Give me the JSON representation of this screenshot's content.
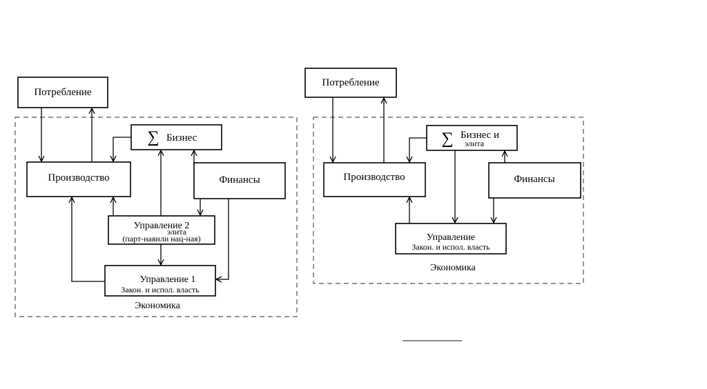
{
  "diagrams": [
    {
      "consumption": "Потребление",
      "production": "Производство",
      "business_sum": "∑",
      "business": "Бизнес",
      "finance": "Финансы",
      "management2_title": "Управление 2",
      "management2_sub1": "элита",
      "management2_sub2": "(парт-наяили нац-ная)",
      "management1_title": "Управление 1",
      "management1_sub": "Закон. и испол. власть",
      "economy": "Экономика"
    },
    {
      "consumption": "Потребление",
      "production": "Производство",
      "business_sum": "∑",
      "business_line1": "Бизнес и",
      "business_line2": "элита",
      "finance": "Финансы",
      "management_title": "Управление",
      "management_sub": "Закон. и испол. власть",
      "economy": "Экономика"
    }
  ]
}
